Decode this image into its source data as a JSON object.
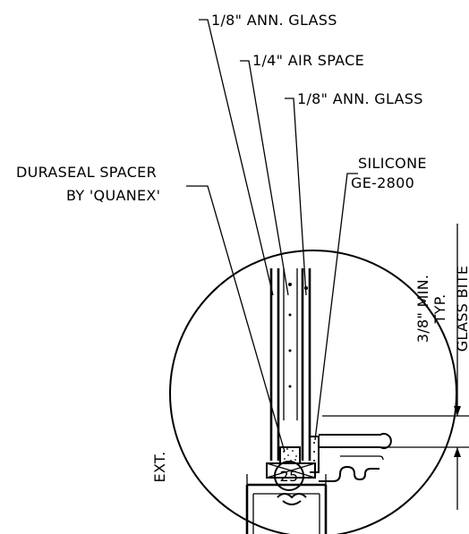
{
  "callouts": {
    "outer_glass": "1/8\" ANN. GLASS",
    "air_space": "1/4\" AIR SPACE",
    "inner_glass": "1/8\" ANN. GLASS",
    "spacer_line1": "DURASEAL SPACER",
    "spacer_line2": "BY 'QUANEX'",
    "sealant_line1": "SILICONE",
    "sealant_line2": "GE-2800"
  },
  "dimension": {
    "line1": "3/8\" MIN.",
    "line2": "TYP.",
    "line3": "GLASS BITE"
  },
  "side_label": "EXT.",
  "detail_tag": "25"
}
